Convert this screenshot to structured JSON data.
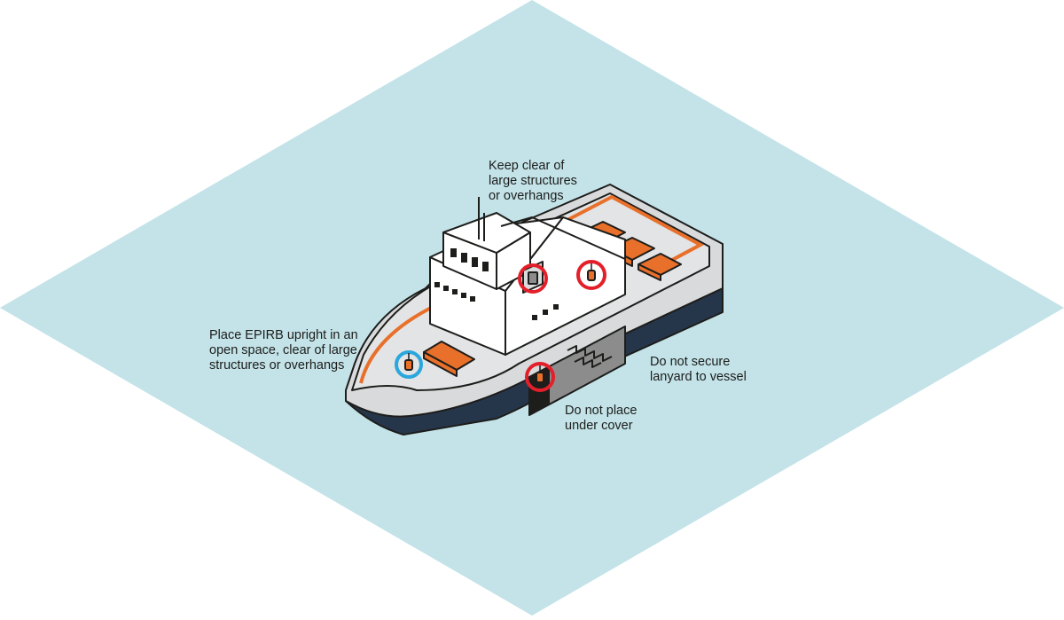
{
  "diagram": {
    "colors": {
      "water": "#c3e3e8",
      "hull_dark": "#26364a",
      "hull_light": "#d9dadb",
      "deck": "#e3e4e5",
      "superstructure": "#ffffff",
      "outline": "#1d1d1b",
      "cargo": "#e8702a",
      "wrong_marker": "#e3202a",
      "correct_marker": "#2aa7dd",
      "hold": "#8c8c8c"
    },
    "callouts": {
      "keep_clear": [
        "Keep clear of",
        "large structures",
        "or overhangs"
      ],
      "place_upright": [
        "Place EPIRB upright in an",
        "open space, clear of large",
        "structures or overhangs"
      ],
      "lanyard": [
        "Do not secure",
        "lanyard to vessel"
      ],
      "under_cover": [
        "Do not place",
        "under cover"
      ]
    },
    "markers": [
      {
        "name": "marker-correct-bow",
        "status": "correct"
      },
      {
        "name": "marker-wrong-window",
        "status": "incorrect"
      },
      {
        "name": "marker-wrong-roof",
        "status": "incorrect"
      },
      {
        "name": "marker-wrong-hold",
        "status": "incorrect"
      }
    ],
    "icons": [
      "epirb-beacon-icon",
      "boat-icon"
    ]
  }
}
